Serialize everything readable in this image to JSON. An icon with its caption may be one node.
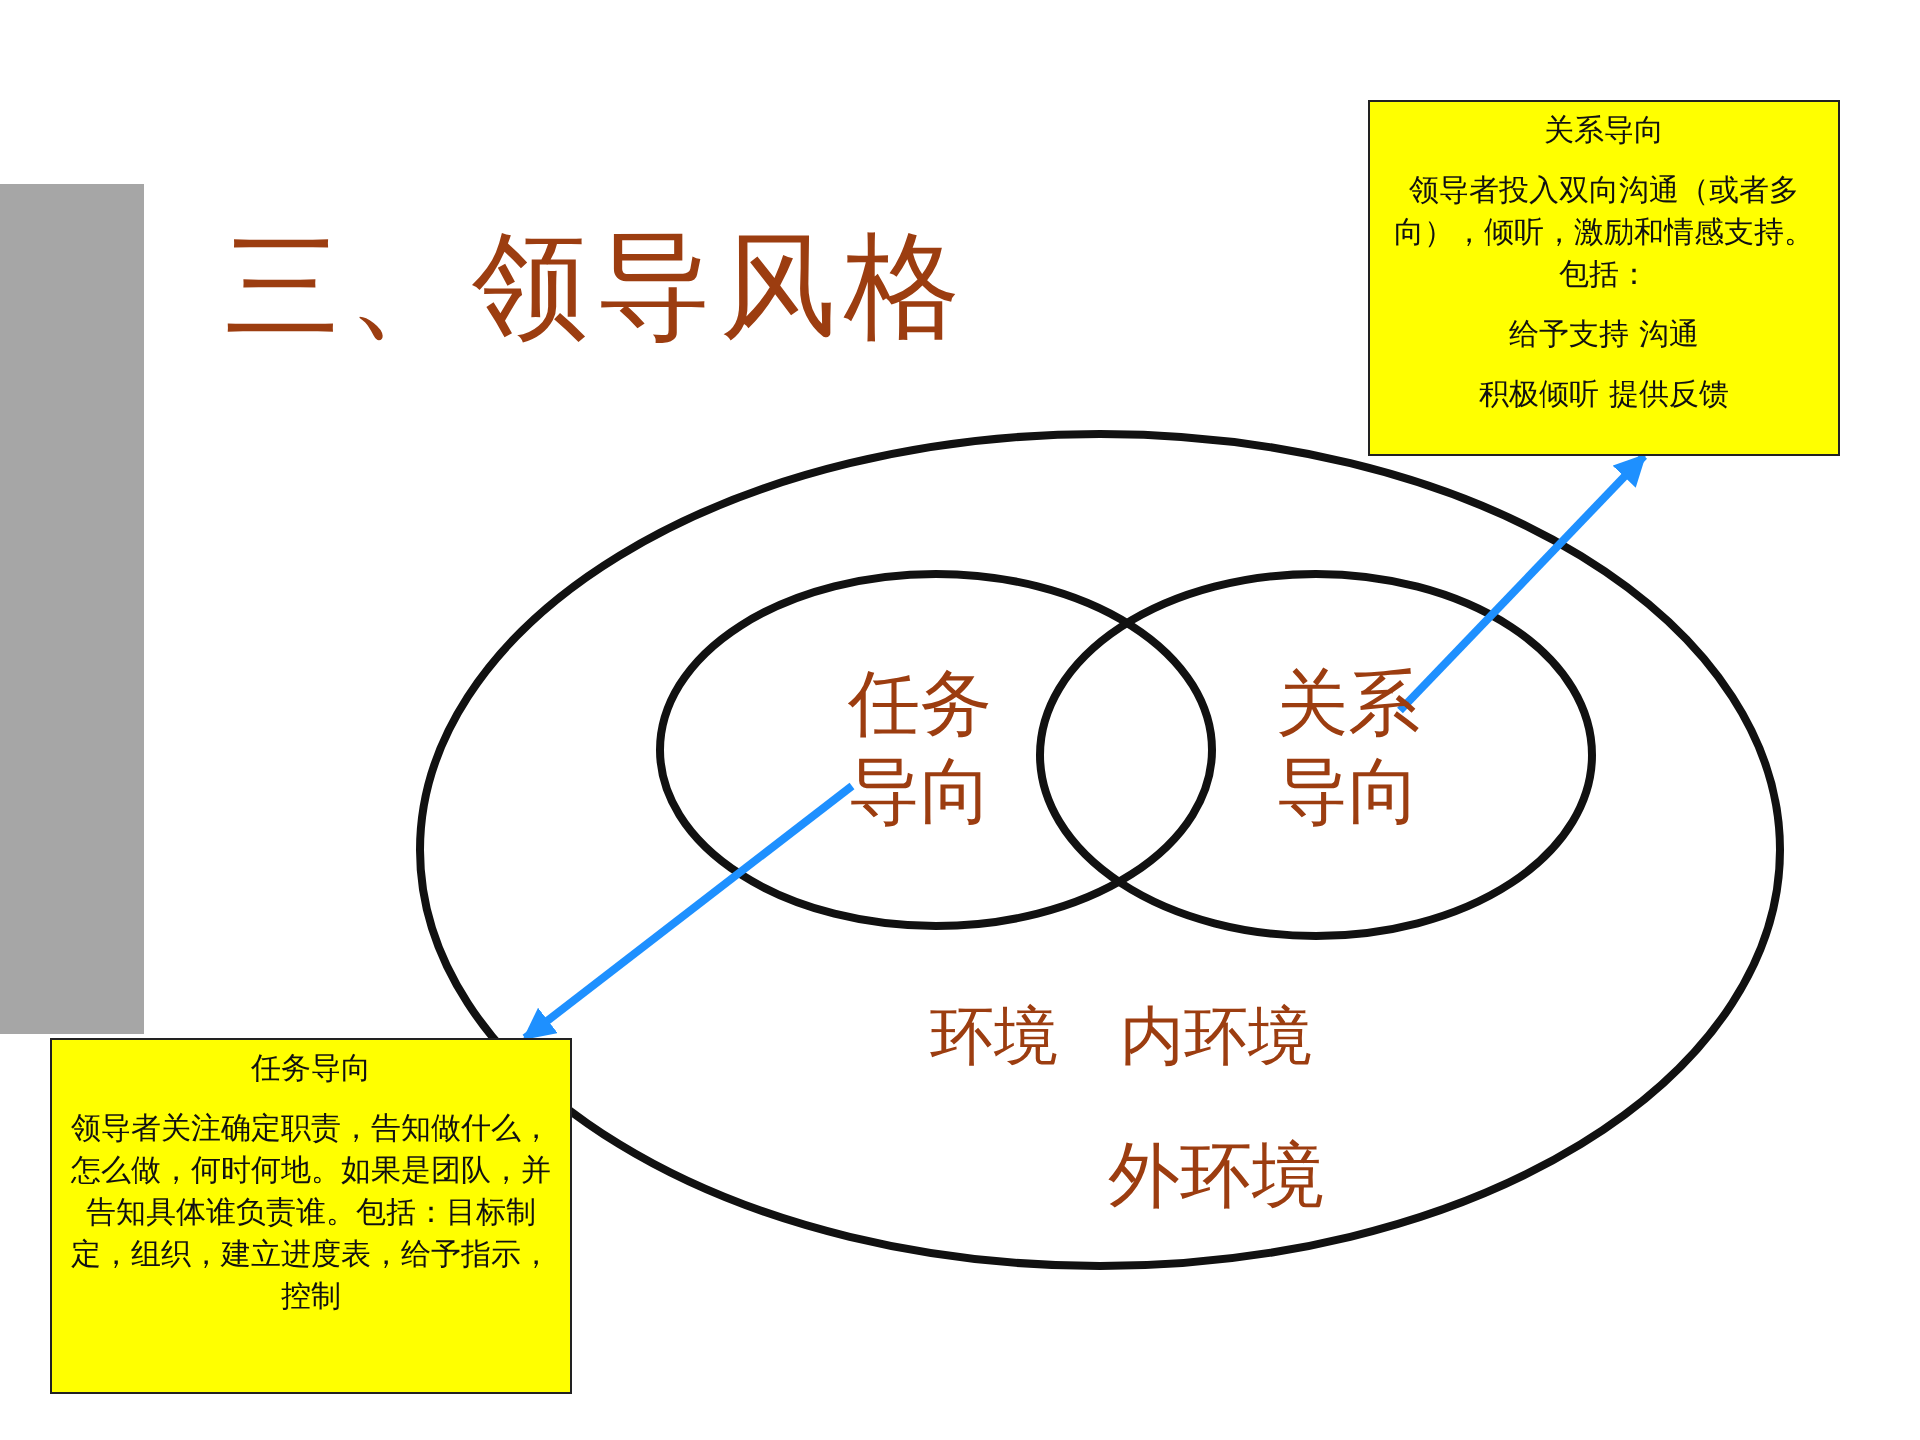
{
  "diagram": {
    "title": "三、领导风格",
    "nodes": [
      {
        "text": [
          "外环境"
        ]
      },
      {
        "text": [
          "任务导向"
        ],
        "in": 0
      },
      {
        "text": [
          "关系导向"
        ],
        "in": 0
      },
      {
        "text": [
          "关系导向",
          "领导者投入双向沟通（或者多向），倾听，激励和情感支持。包括：",
          "给予支持 沟通",
          "积极倾听  提供反馈"
        ]
      },
      {
        "text": [
          "任务导向",
          "领导者关注确定职责，告知做什么，怎么做，何时何地。如果是团队，并告知具体谁负责谁。包括：目标制定，组织，建立进度表，给予指示，控制"
        ]
      },
      {
        "text": [],
        "shape": "bar"
      }
    ],
    "edges": [
      {
        "from": 1,
        "to": 4,
        "arrow": "to"
      },
      {
        "from": 2,
        "to": 3,
        "arrow": "to"
      }
    ],
    "labels": [
      "环境",
      "内环境"
    ]
  }
}
